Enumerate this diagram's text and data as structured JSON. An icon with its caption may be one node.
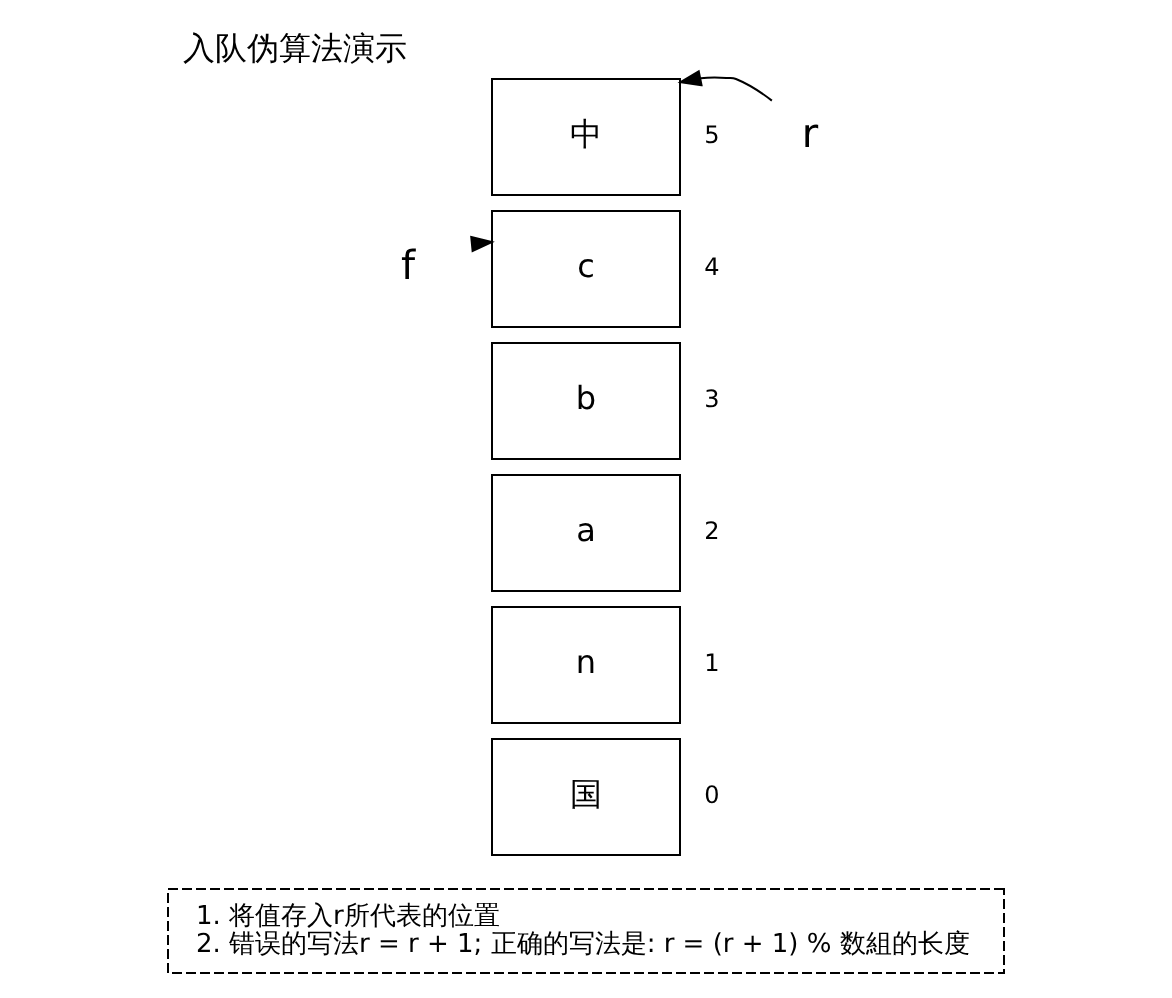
{
  "diagram": {
    "title": "入队伪算法演示",
    "nodes": [
      {
        "text": [
          "中"
        ],
        "beside": [
          "5"
        ]
      },
      {
        "text": [
          "c"
        ],
        "beside": [
          "4"
        ]
      },
      {
        "text": [
          "b"
        ],
        "beside": [
          "3"
        ]
      },
      {
        "text": [
          "a"
        ],
        "beside": [
          "2"
        ]
      },
      {
        "text": [
          "n"
        ],
        "beside": [
          "1"
        ]
      },
      {
        "text": [
          "国"
        ],
        "beside": [
          "0"
        ]
      },
      {
        "text": [
          "r"
        ]
      },
      {
        "text": [
          "f"
        ]
      },
      {
        "text": [
          "1. 将值存入r所代表的位置",
          "2. 错误的写法r = r + 1; 正确的写法是: r = (r + 1) % 数組的长度"
        ]
      }
    ],
    "edges": [
      {
        "from": 6,
        "to": 0,
        "arrow": "to"
      },
      {
        "from": 7,
        "to": 1,
        "arrow": "to"
      }
    ]
  }
}
